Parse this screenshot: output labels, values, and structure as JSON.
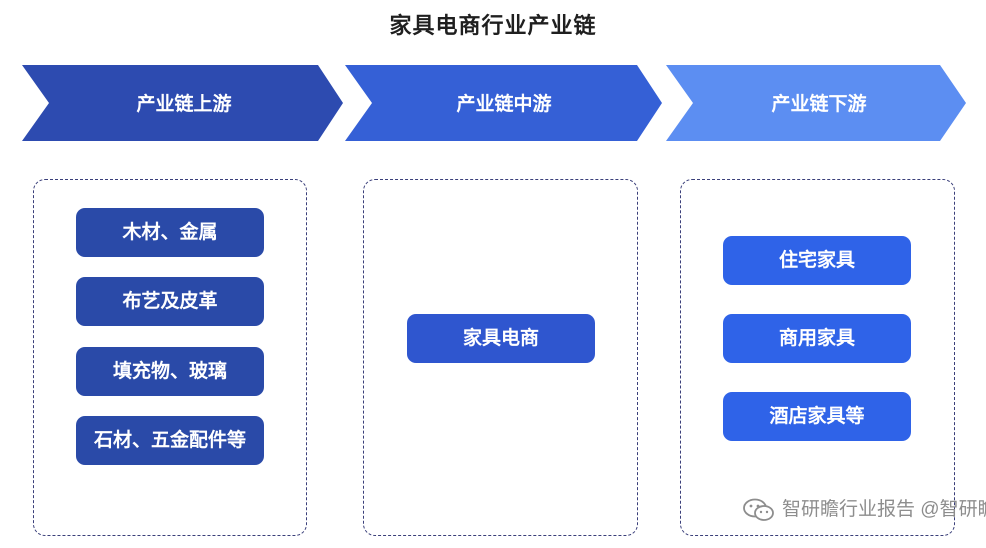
{
  "title": "家具电商行业产业链",
  "stages": [
    {
      "label": "产业链上游",
      "color": "#2d4bb0",
      "items": [
        "木材、金属",
        "布艺及皮革",
        "填充物、玻璃",
        "石材、五金配件等"
      ]
    },
    {
      "label": "产业链中游",
      "color": "#3560d6",
      "items": [
        "家具电商"
      ]
    },
    {
      "label": "产业链下游",
      "color": "#5c8ef2",
      "items": [
        "住宅家具",
        "商用家具",
        "酒店家具等"
      ]
    }
  ],
  "watermark": "智研瞻行业报告 @智研瞻"
}
